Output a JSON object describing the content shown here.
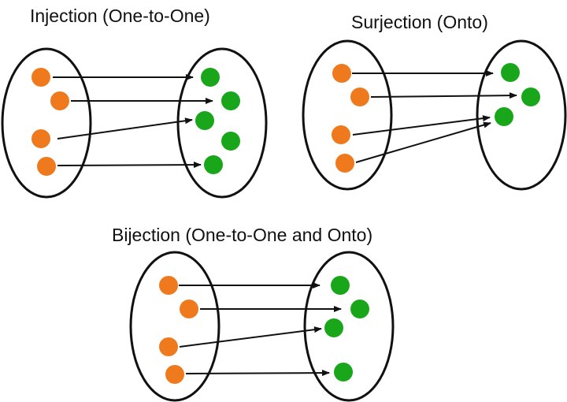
{
  "colors": {
    "domain_dot": "#ef7a1e",
    "codomain_dot": "#1aa61a",
    "outline": "#111111",
    "arrow": "#111111"
  },
  "diagrams": [
    {
      "id": "injection",
      "title": "Injection (One-to-One)"
    },
    {
      "id": "surjection",
      "title": "Surjection (Onto)"
    },
    {
      "id": "bijection",
      "title": "Bijection (One-to-One and Onto)"
    }
  ]
}
